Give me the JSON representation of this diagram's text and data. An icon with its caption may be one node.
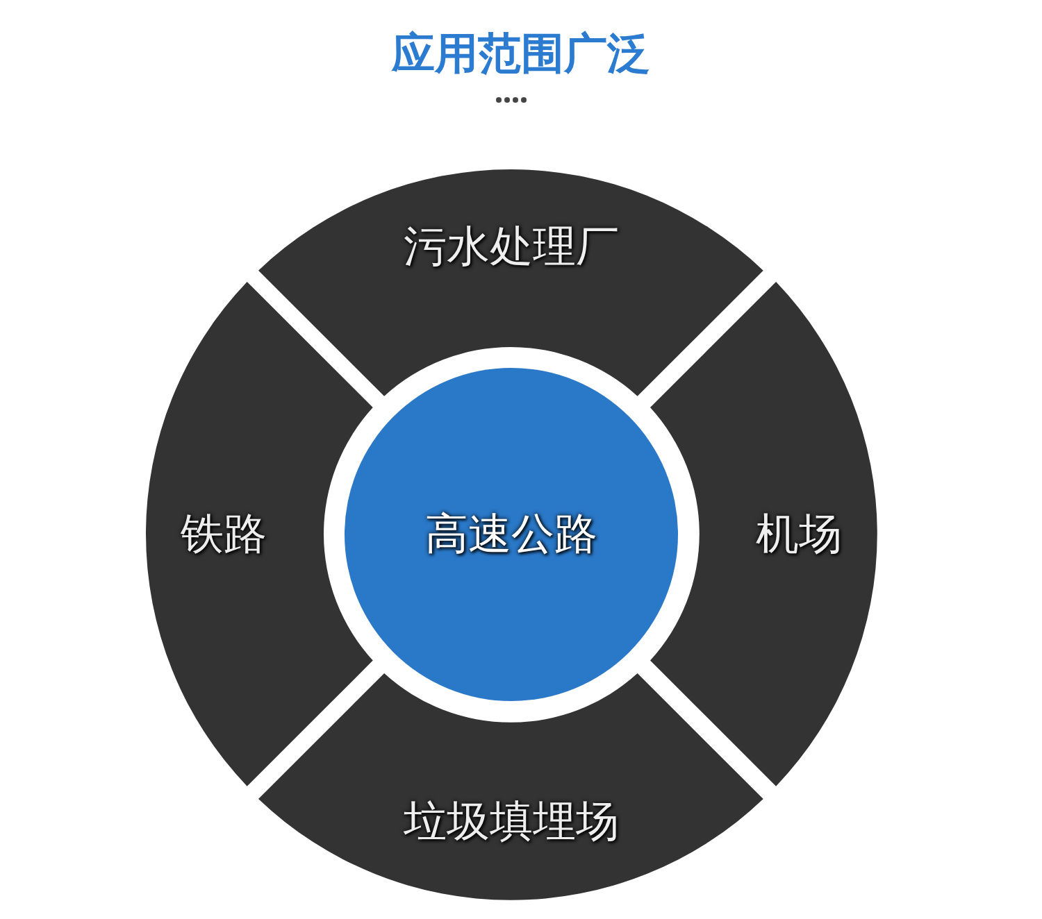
{
  "diagram": {
    "title": "应用范围广泛",
    "nodes": [
      {
        "text": [
          "污水处理厂"
        ]
      },
      {
        "text": [
          "铁路"
        ]
      },
      {
        "text": [
          "高速公路"
        ]
      },
      {
        "text": [
          "机场"
        ]
      },
      {
        "text": [
          "垃圾填埋场"
        ]
      }
    ]
  }
}
